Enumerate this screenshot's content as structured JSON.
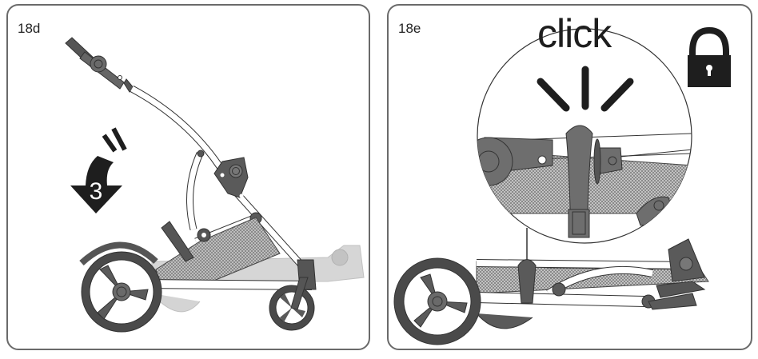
{
  "panels": [
    {
      "id": "18d",
      "label": "18d",
      "step_badge": "3",
      "description": "Folding stroller: press down (step 3) to collapse frame"
    },
    {
      "id": "18e",
      "label": "18e",
      "callout_text": "click",
      "icons": [
        "lock-icon",
        "click-burst-icon"
      ],
      "description": "Frame lock engages with a click; lock icon shown"
    }
  ],
  "colors": {
    "border": "#6a6a6a",
    "part_dark": "#4a4a4a",
    "part_mid": "#6e6e6e",
    "part_ghost": "#c8c8c8",
    "ink": "#1e1e1e"
  }
}
